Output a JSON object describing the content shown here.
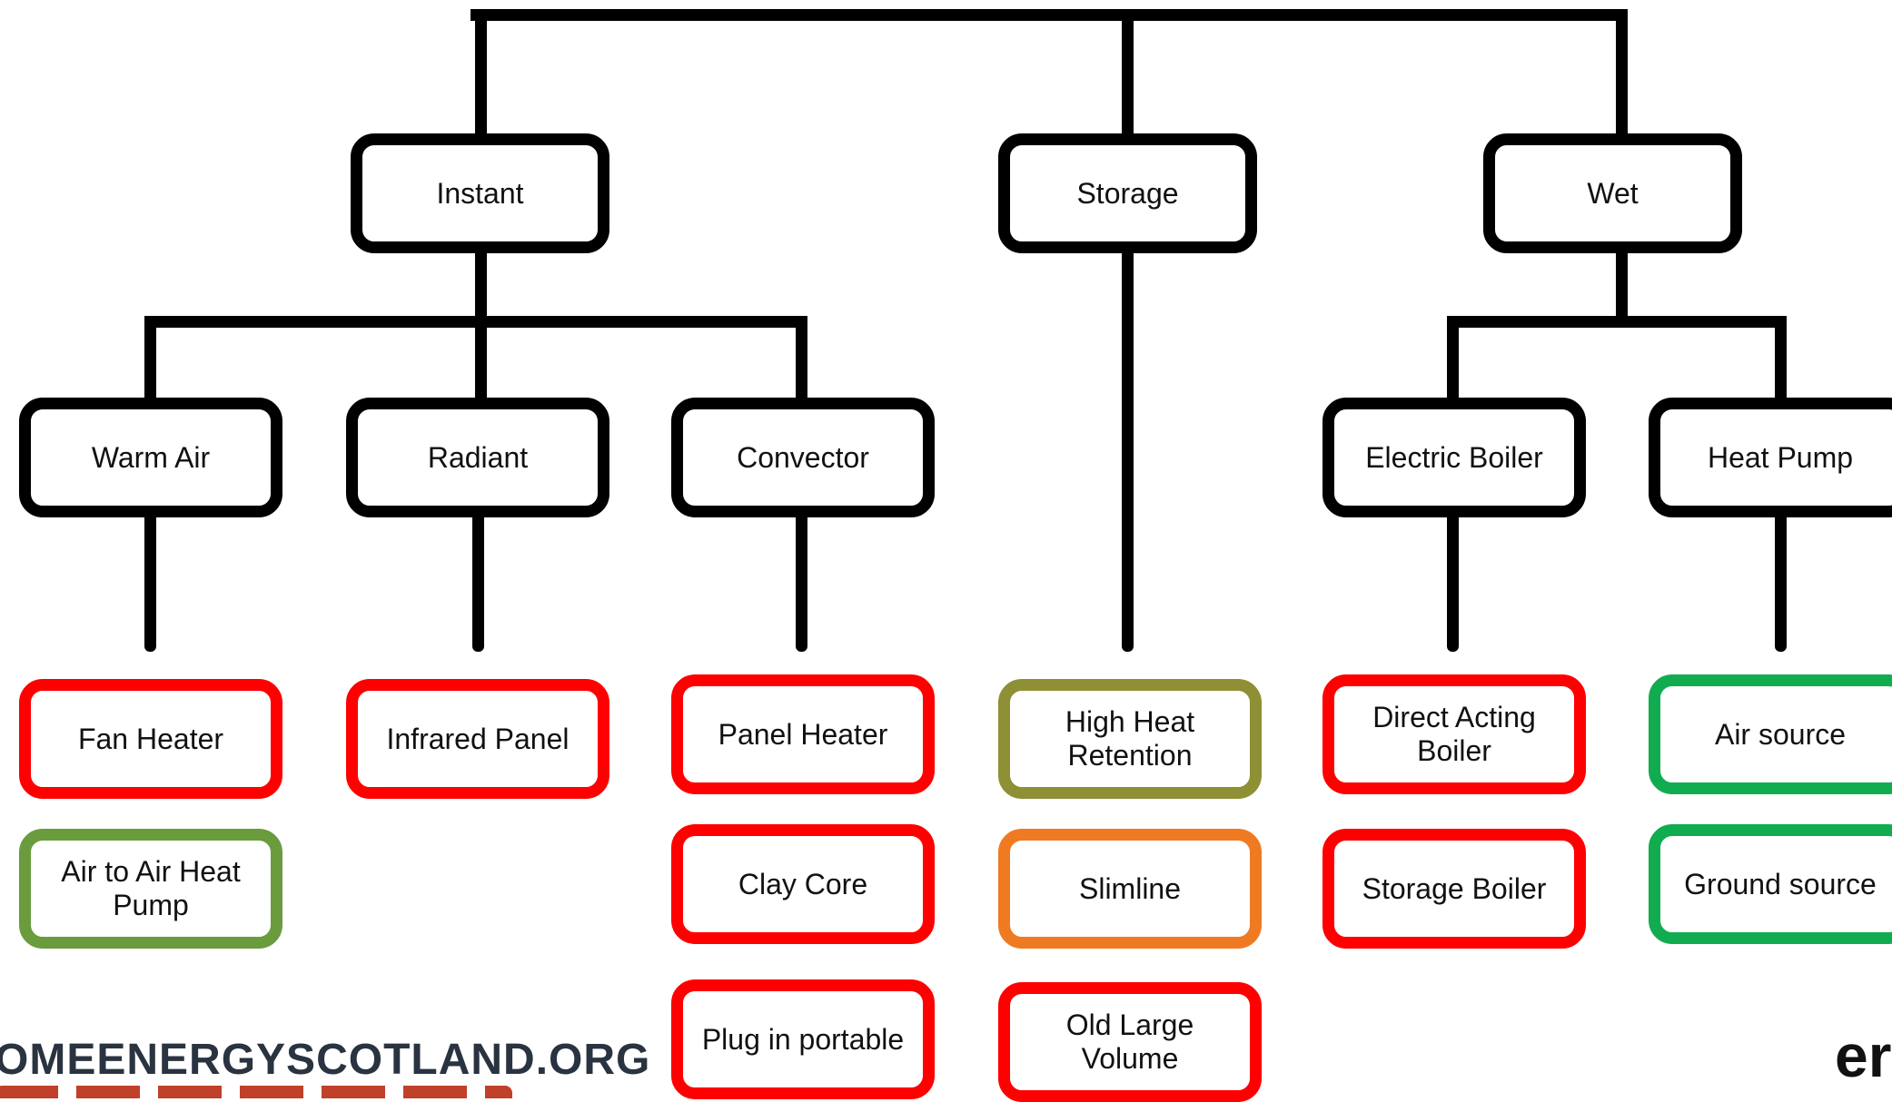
{
  "diagram": {
    "nodes": [
      {
        "id": "instant",
        "label": "Instant",
        "color": "#000000"
      },
      {
        "id": "storage",
        "label": "Storage",
        "color": "#000000"
      },
      {
        "id": "wet",
        "label": "Wet",
        "color": "#000000"
      },
      {
        "id": "warm-air",
        "label": "Warm Air",
        "color": "#000000"
      },
      {
        "id": "radiant",
        "label": "Radiant",
        "color": "#000000"
      },
      {
        "id": "convector",
        "label": "Convector",
        "color": "#000000"
      },
      {
        "id": "electric-boiler",
        "label": "Electric Boiler",
        "color": "#000000"
      },
      {
        "id": "heat-pump",
        "label": "Heat Pump",
        "color": "#000000"
      },
      {
        "id": "fan-heater",
        "label": "Fan Heater",
        "color": "#ff0000"
      },
      {
        "id": "air-to-air-heat-pump",
        "label": "Air to Air Heat Pump",
        "color": "#6a9b3d"
      },
      {
        "id": "infrared-panel",
        "label": "Infrared Panel",
        "color": "#ff0000"
      },
      {
        "id": "panel-heater",
        "label": "Panel Heater",
        "color": "#ff0000"
      },
      {
        "id": "clay-core",
        "label": "Clay Core",
        "color": "#ff0000"
      },
      {
        "id": "plug-in-portable",
        "label": "Plug in portable",
        "color": "#ff0000"
      },
      {
        "id": "high-heat-retention",
        "label": "High Heat Retention",
        "color": "#8f8f35"
      },
      {
        "id": "slimline",
        "label": "Slimline",
        "color": "#f07a22"
      },
      {
        "id": "old-large-volume",
        "label": "Old Large Volume",
        "color": "#ff0000"
      },
      {
        "id": "direct-acting-boiler",
        "label": "Direct Acting Boiler",
        "color": "#ff0000"
      },
      {
        "id": "storage-boiler",
        "label": "Storage Boiler",
        "color": "#ff0000"
      },
      {
        "id": "air-source",
        "label": "Air source",
        "color": "#12ac50"
      },
      {
        "id": "ground-source",
        "label": "Ground source",
        "color": "#12ac50"
      }
    ],
    "edges": [
      [
        "instant",
        "warm-air"
      ],
      [
        "instant",
        "radiant"
      ],
      [
        "instant",
        "convector"
      ],
      [
        "wet",
        "electric-boiler"
      ],
      [
        "wet",
        "heat-pump"
      ],
      [
        "warm-air",
        "fan-heater"
      ],
      [
        "radiant",
        "infrared-panel"
      ],
      [
        "convector",
        "panel-heater"
      ],
      [
        "storage",
        "high-heat-retention"
      ],
      [
        "electric-boiler",
        "direct-acting-boiler"
      ],
      [
        "heat-pump",
        "air-source"
      ]
    ]
  },
  "footer": {
    "website": "OMEENERGYSCOTLAND.ORG",
    "brand": "er"
  }
}
